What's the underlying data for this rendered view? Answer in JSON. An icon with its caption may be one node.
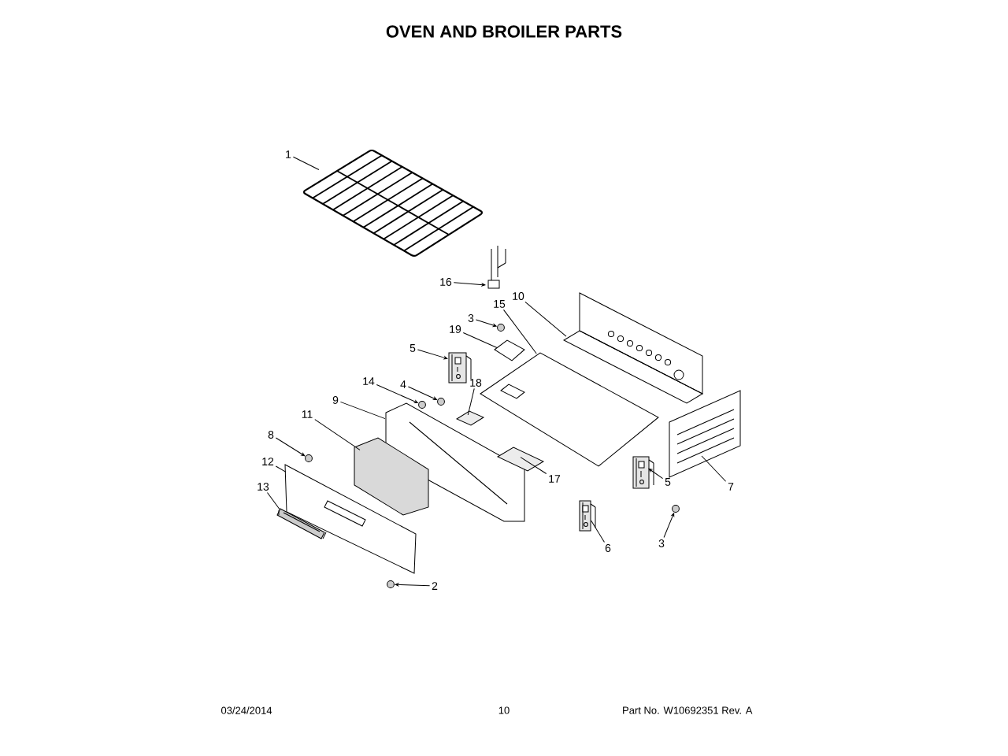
{
  "diagram": {
    "title": "OVEN AND BROILER PARTS",
    "nodes": [
      {
        "text": [
          "1"
        ]
      },
      {
        "text": [
          "16"
        ]
      },
      {
        "text": [
          "10"
        ]
      },
      {
        "text": [
          "15"
        ]
      },
      {
        "text": [
          "3"
        ]
      },
      {
        "text": [
          "19"
        ]
      },
      {
        "text": [
          "5"
        ]
      },
      {
        "text": [
          "14"
        ]
      },
      {
        "text": [
          "4"
        ]
      },
      {
        "text": [
          "18"
        ]
      },
      {
        "text": [
          "9"
        ]
      },
      {
        "text": [
          "11"
        ]
      },
      {
        "text": [
          "8"
        ]
      },
      {
        "text": [
          "12"
        ]
      },
      {
        "text": [
          "13"
        ]
      },
      {
        "text": [
          "17"
        ]
      },
      {
        "text": [
          "5"
        ]
      },
      {
        "text": [
          "7"
        ]
      },
      {
        "text": [
          "6"
        ]
      },
      {
        "text": [
          "3"
        ]
      },
      {
        "text": [
          "2"
        ]
      },
      {
        "text": [],
        "shape": "picture"
      },
      {
        "text": [],
        "shape": "picture"
      },
      {
        "text": [],
        "shape": "picture"
      },
      {
        "text": [],
        "shape": "picture"
      },
      {
        "text": [],
        "shape": "circle"
      },
      {
        "text": [],
        "shape": "picture"
      },
      {
        "text": [],
        "shape": "picture"
      },
      {
        "text": [],
        "shape": "circle"
      },
      {
        "text": [],
        "shape": "circle"
      },
      {
        "text": [],
        "shape": "picture"
      },
      {
        "text": [],
        "shape": "picture"
      },
      {
        "text": [],
        "shape": "picture"
      },
      {
        "text": [],
        "shape": "circle"
      },
      {
        "text": [],
        "shape": "picture"
      },
      {
        "text": [],
        "shape": "picture"
      },
      {
        "text": [],
        "shape": "picture"
      },
      {
        "text": [],
        "shape": "picture"
      },
      {
        "text": [],
        "shape": "picture"
      },
      {
        "text": [],
        "shape": "picture"
      },
      {
        "text": [],
        "shape": "circle"
      },
      {
        "text": [],
        "shape": "circle"
      }
    ],
    "edges": [
      {
        "from": 0,
        "to": 21,
        "arrow": "none"
      },
      {
        "from": 1,
        "to": 22,
        "arrow": "to"
      },
      {
        "from": 2,
        "to": 23,
        "arrow": "none"
      },
      {
        "from": 3,
        "to": 24,
        "arrow": "none"
      },
      {
        "from": 4,
        "to": 25,
        "arrow": "to"
      },
      {
        "from": 5,
        "to": 26,
        "arrow": "none"
      },
      {
        "from": 6,
        "to": 27,
        "arrow": "to"
      },
      {
        "from": 7,
        "to": 28,
        "arrow": "to"
      },
      {
        "from": 8,
        "to": 29,
        "arrow": "to"
      },
      {
        "from": 9,
        "to": 30,
        "arrow": "none"
      },
      {
        "from": 10,
        "to": 31,
        "arrow": "none"
      },
      {
        "from": 11,
        "to": 32,
        "arrow": "none"
      },
      {
        "from": 12,
        "to": 33,
        "arrow": "to"
      },
      {
        "from": 13,
        "to": 34,
        "arrow": "none"
      },
      {
        "from": 14,
        "to": 35,
        "arrow": "none"
      },
      {
        "from": 15,
        "to": 36,
        "arrow": "none"
      },
      {
        "from": 16,
        "to": 37,
        "arrow": "to"
      },
      {
        "from": 17,
        "to": 38,
        "arrow": "none"
      },
      {
        "from": 18,
        "to": 39,
        "arrow": "none"
      },
      {
        "from": 19,
        "to": 40,
        "arrow": "to"
      },
      {
        "from": 20,
        "to": 41,
        "arrow": "to"
      }
    ],
    "labels": [
      "03/24/2014",
      "10",
      "Part No. W10692351  Rev. A"
    ]
  }
}
